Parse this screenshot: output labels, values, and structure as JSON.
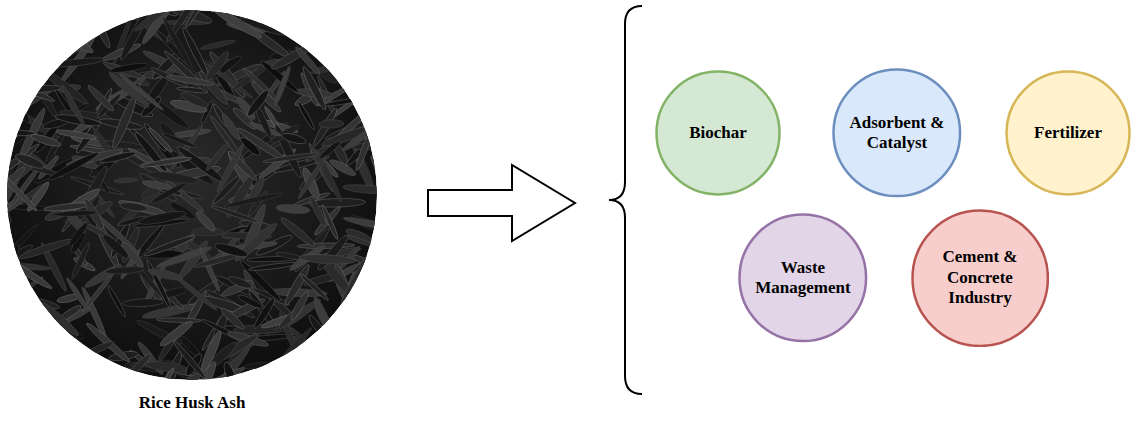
{
  "diagram": {
    "nodes": [
      {
        "text": [
          "Biochar"
        ]
      },
      {
        "text": [
          "Adsorbent & Catalyst"
        ]
      },
      {
        "text": [
          "Fertilizer"
        ]
      },
      {
        "text": [
          "Waste Management"
        ]
      },
      {
        "text": [
          "Cement & Concrete Industry"
        ]
      }
    ],
    "labels": [
      "Rice Husk Ash"
    ]
  }
}
